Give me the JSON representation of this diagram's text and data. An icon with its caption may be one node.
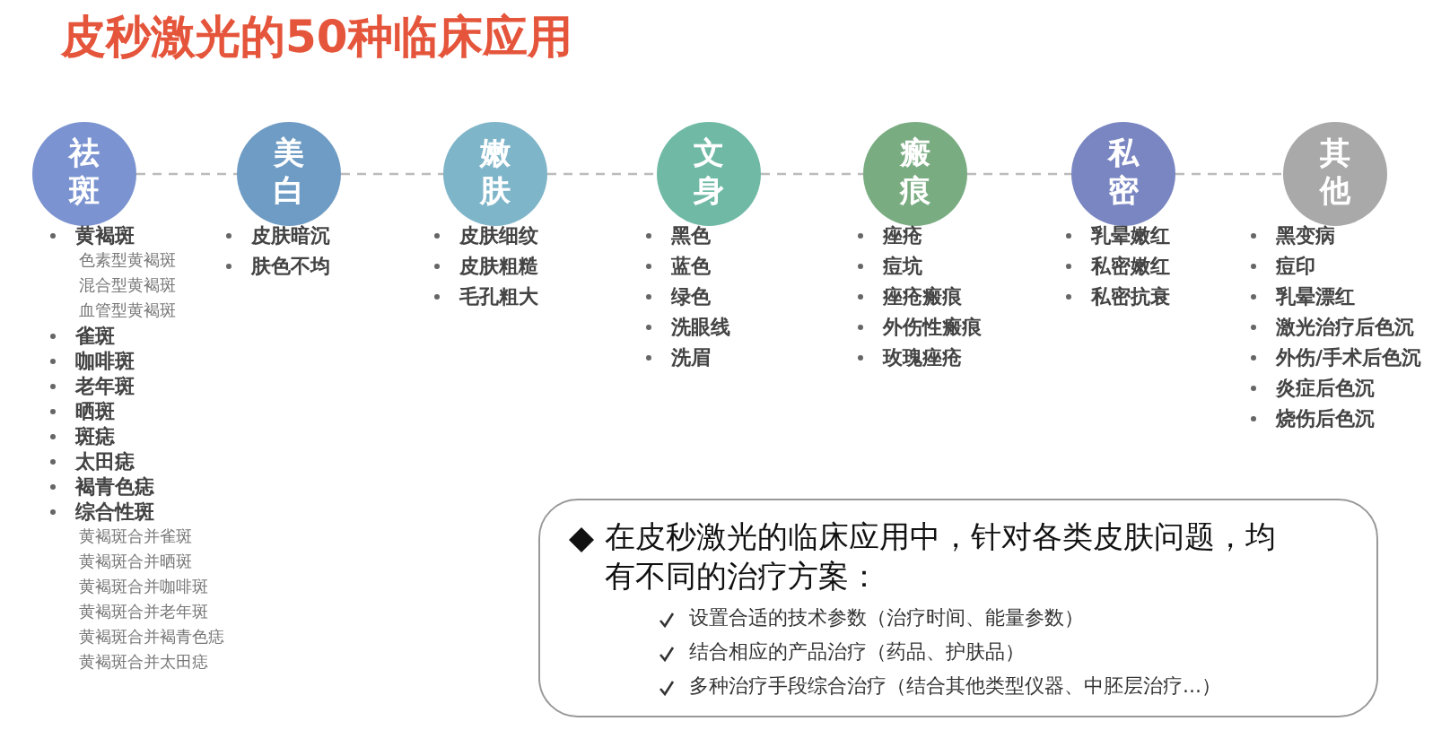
{
  "diagram": {
    "title": "皮秒激光的50种临床应用",
    "nodes": [
      {
        "text": [
          "祛斑"
        ],
        "beside": [
          "黄褐斑",
          "色素型黄褐斑",
          "混合型黄褐斑",
          "血管型黄褐斑",
          "雀斑",
          "咖啡斑",
          "老年斑",
          "晒斑",
          "斑痣",
          "太田痣",
          "褐青色痣",
          "综合性斑",
          "黄褐斑合并雀斑",
          "黄褐斑合并晒斑",
          "黄褐斑合并咖啡斑",
          "黄褐斑合并老年斑",
          "黄褐斑合并褐青色痣",
          "黄褐斑合并太田痣"
        ]
      },
      {
        "text": [
          "美白"
        ],
        "beside": [
          "皮肤暗沉",
          "肤色不均"
        ]
      },
      {
        "text": [
          "嫩肤"
        ],
        "beside": [
          "皮肤细纹",
          "皮肤粗糙",
          "毛孔粗大"
        ]
      },
      {
        "text": [
          "文身"
        ],
        "beside": [
          "黑色",
          "蓝色",
          "绿色",
          "洗眼线",
          "洗眉"
        ]
      },
      {
        "text": [
          "瘢痕"
        ],
        "beside": [
          "痤疮",
          "痘坑",
          "痤疮瘢痕",
          "外伤性瘢痕",
          "玫瑰痤疮"
        ]
      },
      {
        "text": [
          "私密"
        ],
        "beside": [
          "乳晕嫩红",
          "私密嫩红",
          "私密抗衰"
        ]
      },
      {
        "text": [
          "其他"
        ],
        "beside": [
          "黑变病",
          "痘印",
          "乳晕漂红",
          "激光治疗后色沉",
          "外伤/手术后色沉",
          "炎症后色沉",
          "烧伤后色沉"
        ]
      },
      {
        "text": [
          "在皮秒激光的临床应用中，针对各类皮肤问题，均有不同的治疗方案：",
          "设置合适的技术参数（治疗时间、能量参数）",
          "结合相应的产品治疗（药品、护肤品）",
          "多种治疗手段综合治疗（结合其他类型仪器、中胚层治疗...）"
        ]
      }
    ],
    "edges": [
      {
        "from": 0,
        "to": 1,
        "arrow": "none"
      },
      {
        "from": 1,
        "to": 2,
        "arrow": "none"
      },
      {
        "from": 2,
        "to": 3,
        "arrow": "none"
      },
      {
        "from": 3,
        "to": 4,
        "arrow": "none"
      },
      {
        "from": 4,
        "to": 5,
        "arrow": "none"
      },
      {
        "from": 5,
        "to": 6,
        "arrow": "none"
      }
    ]
  }
}
